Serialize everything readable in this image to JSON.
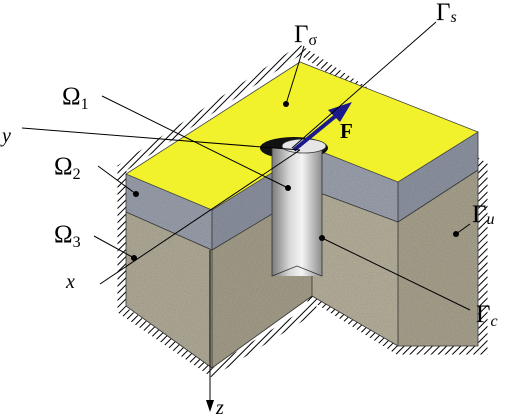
{
  "labels": {
    "omega1": {
      "base": "Ω",
      "sub": "1"
    },
    "omega2": {
      "base": "Ω",
      "sub": "2"
    },
    "omega3": {
      "base": "Ω",
      "sub": "3"
    },
    "gamma_sigma": {
      "base": "Γ",
      "sub": "σ"
    },
    "gamma_s": {
      "base": "Γ",
      "sub": "s"
    },
    "gamma_u": {
      "base": "Γ",
      "sub": "u"
    },
    "gamma_c": {
      "base": "Γ",
      "sub": "c"
    },
    "force": "F",
    "axis_x": "x",
    "axis_y": "y",
    "axis_z": "z"
  },
  "colors": {
    "top_layer": "#f2f22c",
    "middle_layer": "#9aa0ac",
    "bottom_layer": "#b1ab98",
    "pile": "#c9c9c9",
    "arrow": "#1a1a8c",
    "hatch": "#000000"
  }
}
